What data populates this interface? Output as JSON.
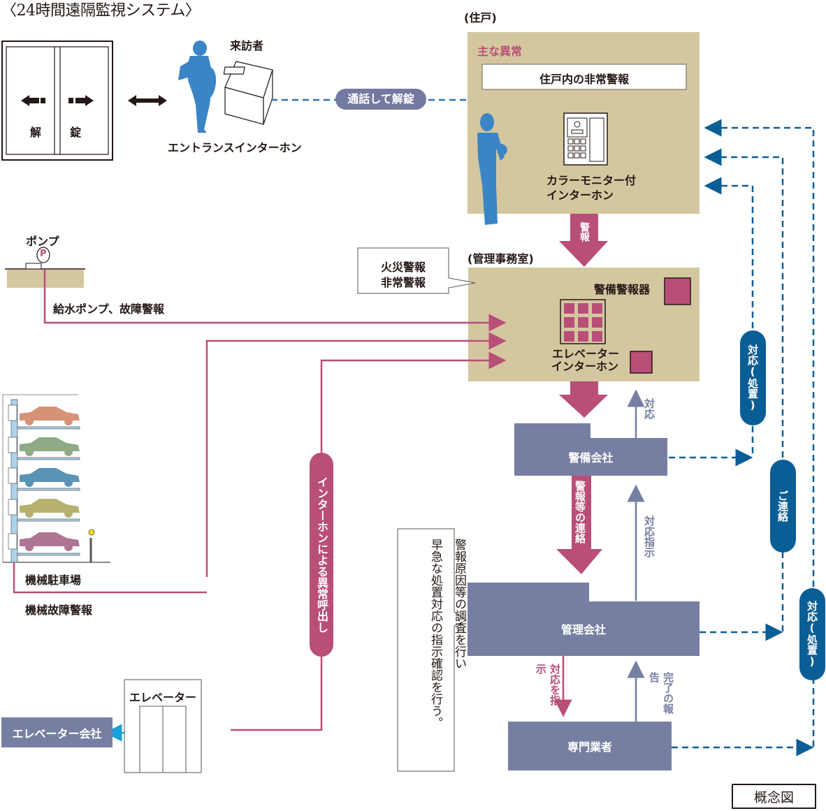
{
  "title": "〈24時間遠隔監視システム〉",
  "entrance": {
    "door_left_label": "解",
    "door_right_label": "錠",
    "visitor_label": "来訪者",
    "intercom_label": "エントランスインターホン",
    "call_unlock_label": "通話して解錠"
  },
  "dwelling": {
    "heading": "(住戸)",
    "subheading": "主な異常",
    "alarm_box": "住戸内の非常警報",
    "monitor_label_1": "カラーモニター付",
    "monitor_label_2": "インターホン",
    "alarm_arrow": "警報"
  },
  "office": {
    "heading": "(管理事務室)",
    "callout_1": "火災警報",
    "callout_2": "非常警報",
    "security_alarm": "警備警報器",
    "elevator_intercom_1": "エレベーター",
    "elevator_intercom_2": "インターホン"
  },
  "pump": {
    "label": "ポンプ",
    "symbol": "P",
    "alarm_label": "給水ポンプ、故障警報"
  },
  "parking": {
    "label": "機械駐車場",
    "alarm_label": "機械故障警報",
    "car_colors": [
      "#d69276",
      "#8eab86",
      "#5a93b4",
      "#b7b16f",
      "#ad7591"
    ]
  },
  "elevator": {
    "label": "エレベーター",
    "company_label": "エレベーター会社",
    "intercom_call_label": "インターホンによる異常呼出し"
  },
  "flow": {
    "security_company": "警備会社",
    "management_company": "管理会社",
    "specialist": "専門業者",
    "response_label": "対応",
    "alarm_contact_label": "警報等の連絡",
    "response_instruction_label": "対応指示",
    "instruct_response_label": "対応を指示",
    "completion_report_label": "完了の報告",
    "callout_line_1": "警報原因等の調査を行い",
    "callout_line_2": "早急な処置対応の指示確認を行う。"
  },
  "right_channels": {
    "response_1": "対応(処置)",
    "contact": "ご連絡",
    "response_2": "対応(処置)"
  },
  "footer": {
    "concept_label": "概念図"
  },
  "colors": {
    "beige": "#d4c7a0",
    "magenta": "#b94e78",
    "slate": "#767fa2",
    "navy": "#0a5e96",
    "person_blue": "#3a85c6"
  }
}
